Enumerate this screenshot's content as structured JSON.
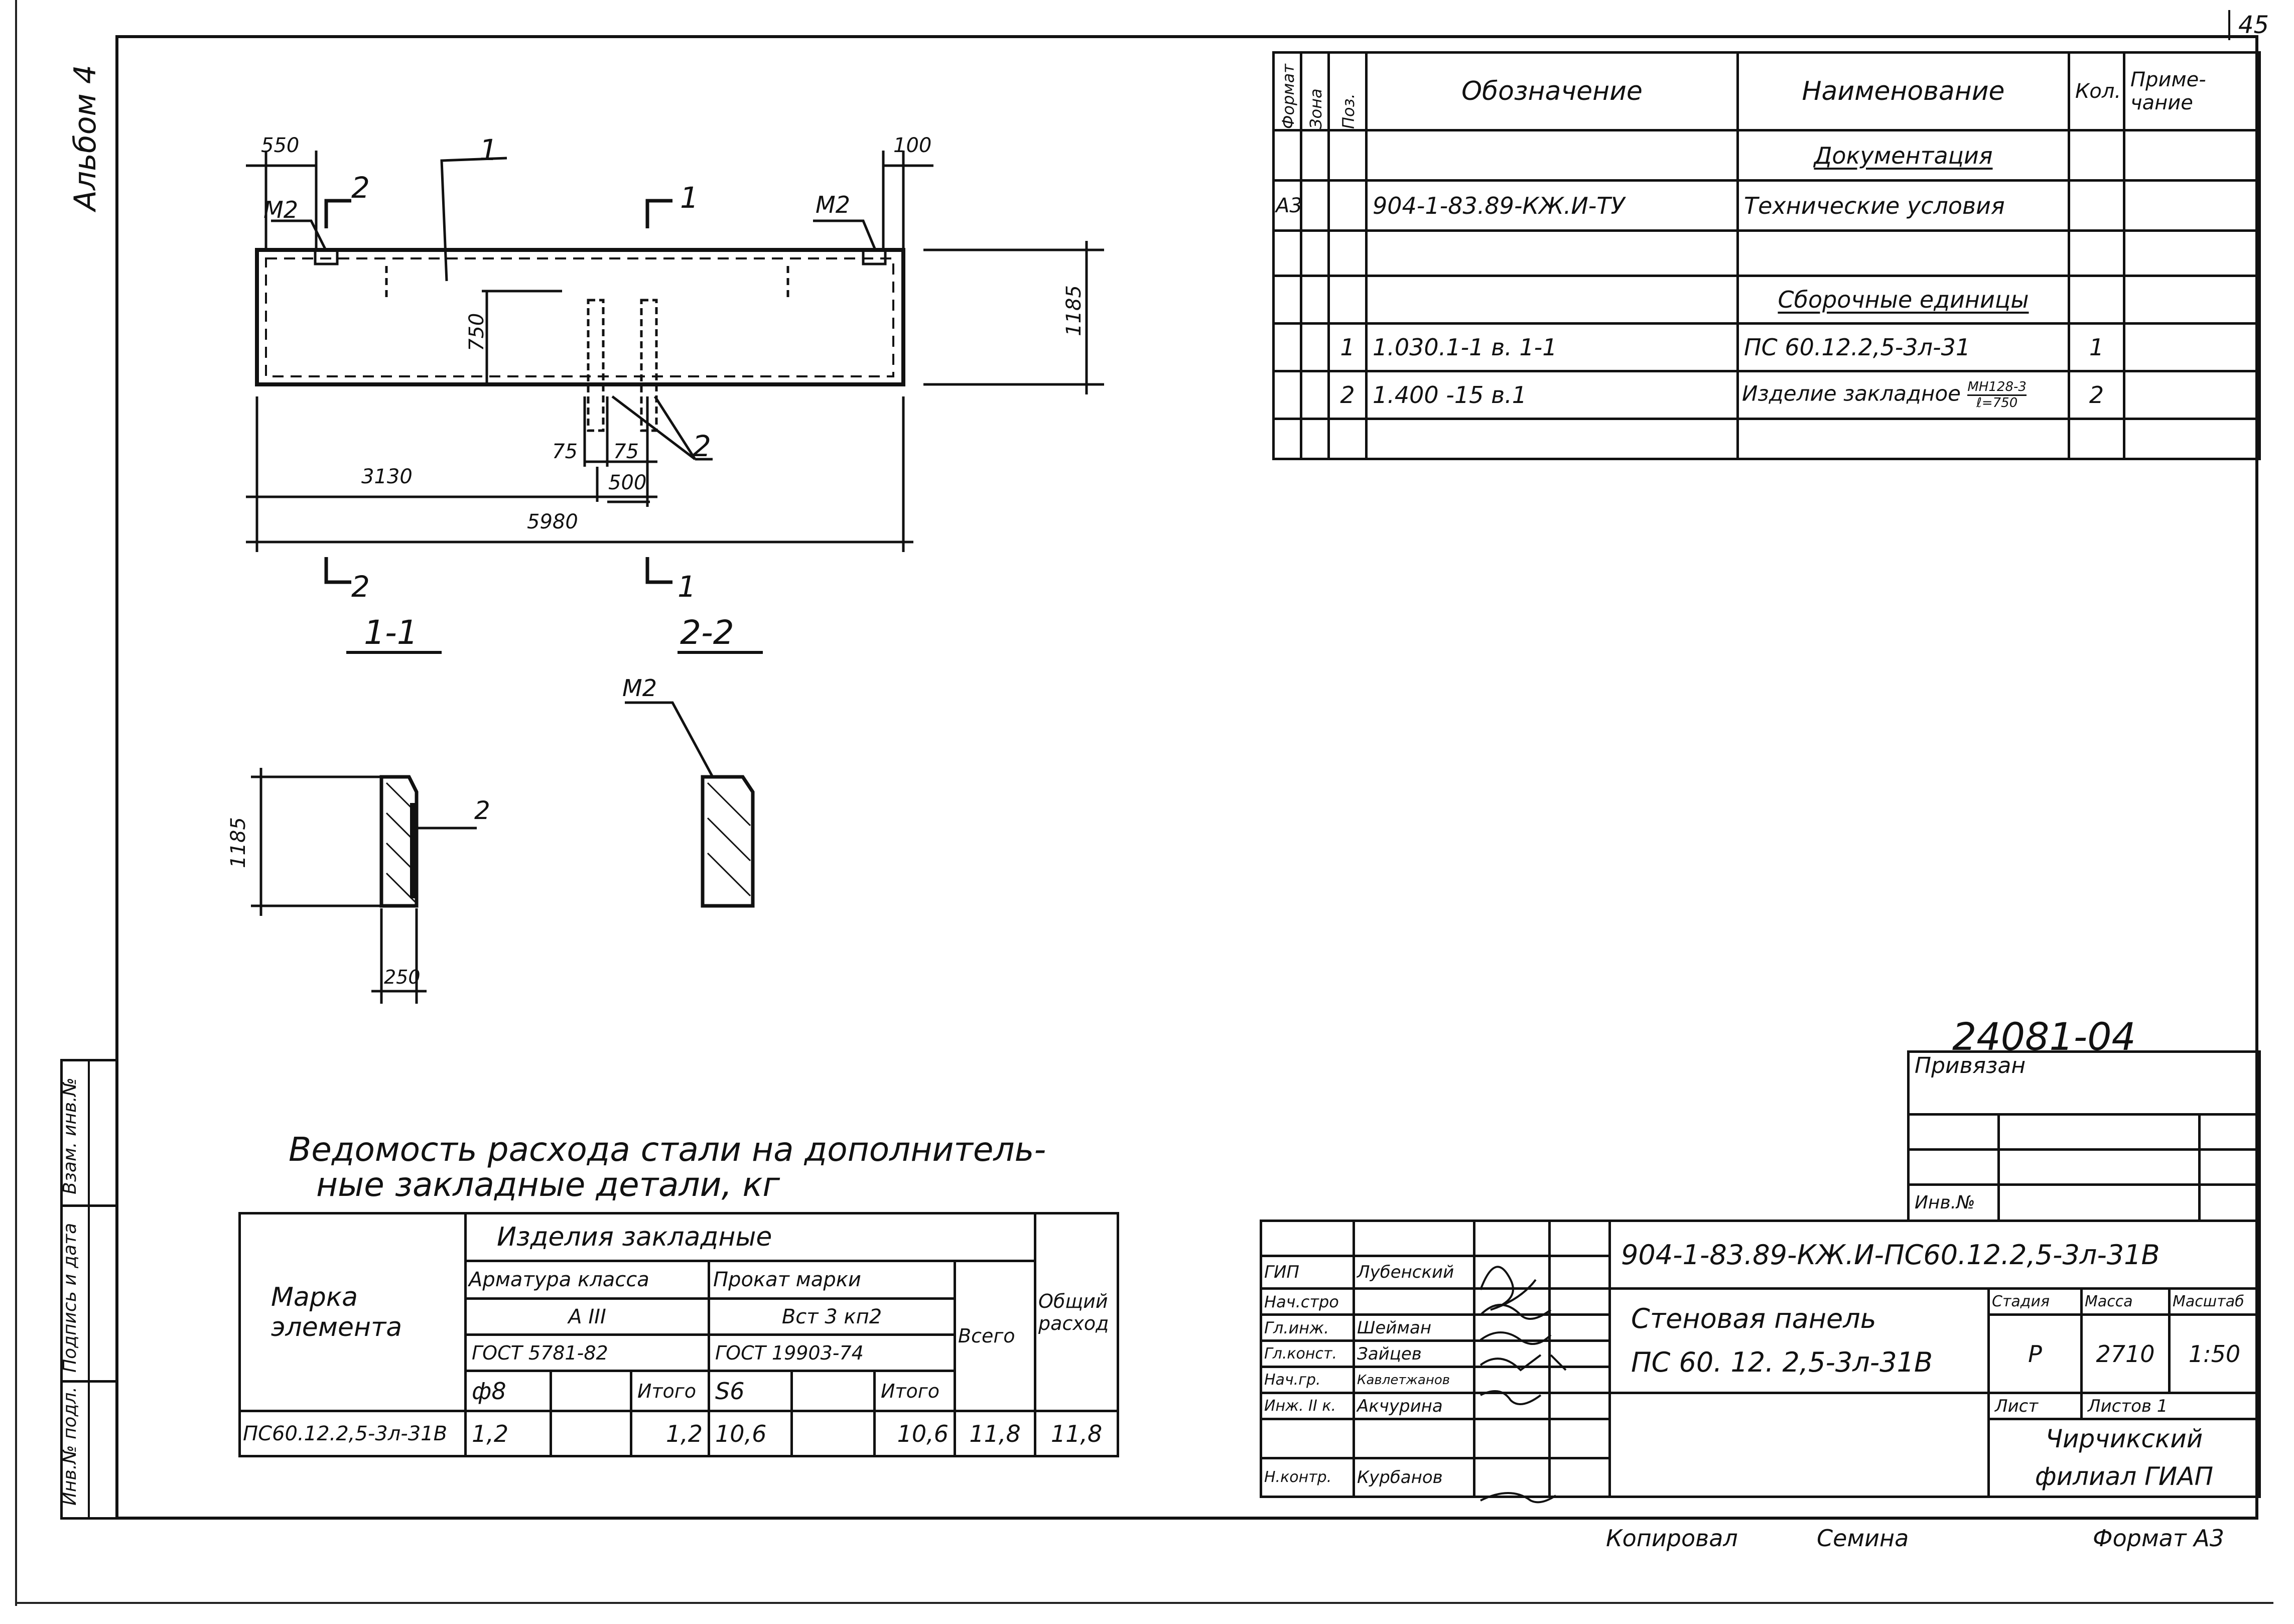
{
  "sheet": {
    "page_number": "45",
    "album": "Альбом 4",
    "doc_code": "24081-04",
    "copied_by_label": "Копировал",
    "copied_by": "Семина",
    "format_label": "Формат А3"
  },
  "drawing": {
    "dims": {
      "d550": "550",
      "d100": "100",
      "d750": "750",
      "d1185": "1185",
      "d75a": "75",
      "d75b": "75",
      "d500": "500",
      "d3130": "3130",
      "d5980": "5980",
      "d1185b": "1185",
      "d250": "250"
    },
    "marks": {
      "m2_left": "М2",
      "m2_right": "М2",
      "m2_section": "М2",
      "pos1": "1",
      "pos2": "2",
      "pos2_section": "2",
      "cut1_top": "1",
      "cut2_top": "2",
      "cut2_bottom": "2",
      "cut1_bottom": "1"
    },
    "section_titles": {
      "s11": "1-1",
      "s22": "2-2"
    }
  },
  "spec": {
    "headers": {
      "format": "Формат",
      "zone": "Зона",
      "pos": "Поз.",
      "designation": "Обозначение",
      "name": "Наименование",
      "qty": "Кол.",
      "note": "Приме-\nчание"
    },
    "rows": [
      {
        "format": "",
        "pos": "",
        "designation": "",
        "name": "Документация",
        "qty": "",
        "underline": true
      },
      {
        "format": "А3",
        "pos": "",
        "designation": "904-1-83.89-КЖ.И-ТУ",
        "name": "Технические условия",
        "qty": ""
      },
      {
        "format": "",
        "pos": "",
        "designation": "",
        "name": "",
        "qty": ""
      },
      {
        "format": "",
        "pos": "",
        "designation": "",
        "name": "Сборочные единицы",
        "qty": "",
        "underline": true
      },
      {
        "format": "",
        "pos": "1",
        "designation": "1.030.1-1   в.  1-1",
        "name": "ПС 60.12.2,5-3л-31",
        "qty": "1"
      },
      {
        "format": "",
        "pos": "2",
        "designation": "1.400 -15    в.1",
        "name": "Изделие закладное",
        "name_sup": "МН128-3",
        "name_sub": "ℓ=750",
        "qty": "2"
      },
      {
        "format": "",
        "pos": "",
        "designation": "",
        "name": "",
        "qty": ""
      }
    ]
  },
  "steel": {
    "title_line1": "Ведомость   расхода   стали на дополнитель-",
    "title_line2": "ные  закладные   детали, кг",
    "col_mark": "Марка\nэлемента",
    "group_header": "Изделия    закладные",
    "rebar_class": "Арматура класса",
    "rebar_grade": "А III",
    "rebar_gost": "ГОСТ 5781-82",
    "rolled_grade_label": "Прокат марки",
    "rolled_grade": "Вст 3 кп2",
    "rolled_gost": "ГОСТ 19903-74",
    "total_label": "Всего",
    "overall_label": "Общий\nрасход",
    "sub_d8": "ф8",
    "sub_itogo1": "Итого",
    "sub_s6": "S6",
    "sub_itogo2": "Итого",
    "row": {
      "mark": "ПС60.12.2,5-3л-31В",
      "d8": "1,2",
      "blank1": "",
      "itogo1": "1,2",
      "s6": "10,6",
      "blank2": "",
      "itogo2": "10,6",
      "total": "11,8",
      "overall": "11,8"
    }
  },
  "side_stamp": {
    "inv_orig": "Инв.№ подл.",
    "sign_date": "Подпись и дата",
    "instead_inv": "Взам. инв.№"
  },
  "title_block": {
    "privyazan": "Привязан",
    "inv_no": "Инв.№",
    "code": "904-1-83.89-КЖ.И-ПС60.12.2,5-3л-31В",
    "title_line1": "Стеновая    панель",
    "title_line2": "ПС 60. 12. 2,5-3л-31В",
    "stage_label": "Стадия",
    "mass_label": "Масса",
    "scale_label": "Масштаб",
    "stage": "Р",
    "mass": "2710",
    "scale": "1:50",
    "sheet_label": "Лист",
    "sheets_label": "Листов 1",
    "org_line1": "Чирчикский",
    "org_line2": "филиал  ГИАП",
    "roles": [
      {
        "role": "ГИП",
        "name": "Лубенский"
      },
      {
        "role": "Нач.стро",
        "name": ""
      },
      {
        "role": "Гл.инж.",
        "name": "Шейман"
      },
      {
        "role": "Гл.конст.",
        "name": "Зайцев"
      },
      {
        "role": "Нач.гр.",
        "name": "Кавлетжанов"
      },
      {
        "role": "Инж. II к.",
        "name": "Акчурина"
      },
      {
        "role": "",
        "name": ""
      },
      {
        "role": "Н.контр.",
        "name": "Курбанов"
      }
    ]
  },
  "colors": {
    "ink": "#111111",
    "paper": "#ffffff"
  }
}
